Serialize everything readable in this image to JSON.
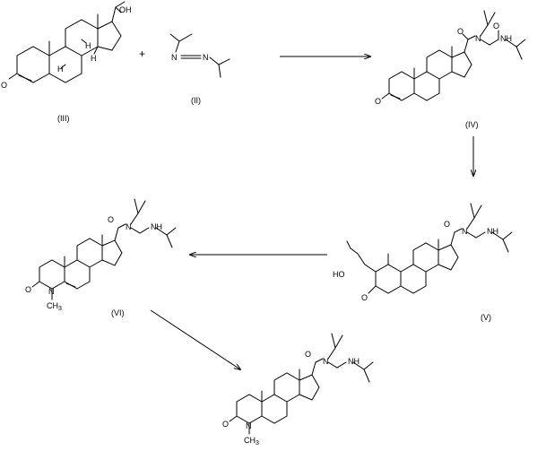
{
  "compounds": {
    "III": {
      "label": "(III)"
    },
    "II": {
      "label": "(II)"
    },
    "IV": {
      "label": "(IV)"
    },
    "V": {
      "label": "(V)"
    },
    "VI": {
      "label": "(VI)"
    }
  },
  "reaction": {
    "plus": "+"
  },
  "atoms": {
    "O": "O",
    "OH": "OH",
    "HO": "HO",
    "N": "N",
    "H": "H",
    "NH": "NH",
    "CH3": "CH",
    "sub3": "3",
    "Me": "H"
  }
}
